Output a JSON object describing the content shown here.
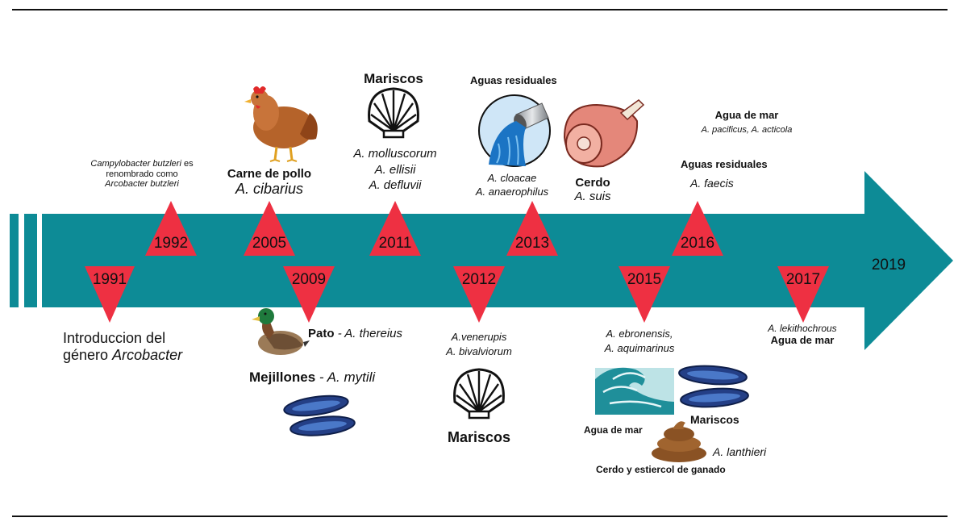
{
  "colors": {
    "arrow": "#0d8b96",
    "marker": "#ee3042",
    "text": "#111111"
  },
  "end_year": "2019",
  "events": [
    {
      "year": "1991",
      "side": "below",
      "text": [
        "Introduccion del",
        "género",
        "Arcobacter"
      ]
    },
    {
      "year": "1992",
      "side": "above",
      "text": [
        "Campylobacter butzleri",
        "es",
        "renombrado como",
        "Arcobacter butzleri"
      ]
    },
    {
      "year": "2005",
      "side": "above",
      "icon": "chicken-icon",
      "text": [
        "Carne de pollo",
        "A. cibarius"
      ]
    },
    {
      "year": "2009",
      "side": "below",
      "icons": [
        "duck-icon",
        "mussel-icon"
      ],
      "text": [
        "Pato",
        "- A. thereius",
        "Mejillones",
        "- A. mytili"
      ]
    },
    {
      "year": "2011",
      "side": "above",
      "icon": "shell-icon",
      "text": [
        "Mariscos",
        "A. molluscorum",
        "A. ellisii",
        "A. defluvii"
      ]
    },
    {
      "year": "2012",
      "side": "below",
      "icon": "shell-icon",
      "text": [
        "A.venerupis",
        "A. bivalviorum",
        "Mariscos"
      ]
    },
    {
      "year": "2013",
      "side": "above",
      "icons": [
        "sewage-pipe-icon",
        "ham-icon"
      ],
      "text": [
        "Aguas residuales",
        "A. cloacae",
        "A. anaerophilus",
        "Cerdo",
        "A. suis"
      ]
    },
    {
      "year": "2015",
      "side": "below",
      "icons": [
        "wave-icon",
        "mussel-icon",
        "manure-icon"
      ],
      "text": [
        "A. ebronensis,",
        "A. aquimarinus",
        "Agua de mar",
        "Mariscos",
        "A. lanthieri",
        "Cerdo y estiercol de ganado"
      ]
    },
    {
      "year": "2016",
      "side": "above",
      "text": [
        "Agua de mar",
        "A. pacificus, A. acticola",
        "Aguas residuales",
        "A. faecis"
      ]
    },
    {
      "year": "2017",
      "side": "below",
      "text": [
        "A. lekithochrous",
        "Agua de mar"
      ]
    }
  ]
}
